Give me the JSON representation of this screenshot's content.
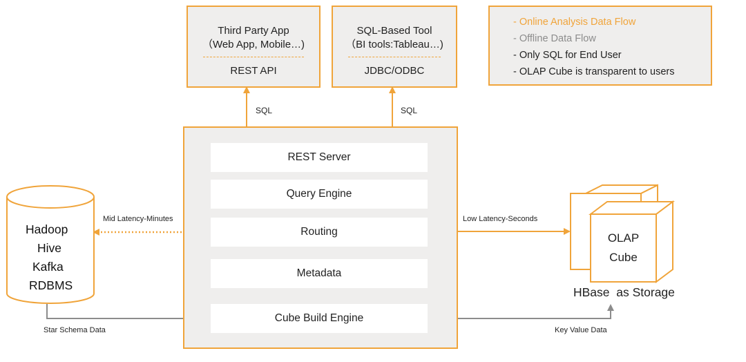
{
  "clients": [
    {
      "title_line1": "Third Party App",
      "title_line2": "（Web App, Mobile…)",
      "interface": "REST API",
      "flow_label": "SQL"
    },
    {
      "title_line1": "SQL-Based Tool",
      "title_line2": "（BI tools:Tableau…)",
      "interface": "JDBC/ODBC",
      "flow_label": "SQL"
    }
  ],
  "legend": {
    "online": "- Online Analysis Data Flow",
    "offline": "- Offline Data Flow",
    "sql_only": "- Only SQL for End User",
    "transparent": "- OLAP Cube is transparent to users"
  },
  "server_layers": [
    "REST Server",
    "Query Engine",
    "Routing",
    "Metadata",
    "Cube Build Engine"
  ],
  "data_sources": [
    "Hadoop",
    "Hive",
    "Kafka",
    "RDBMS"
  ],
  "cube": {
    "line1": "OLAP",
    "line2": "Cube",
    "storage": "HBase  as Storage"
  },
  "flows": {
    "mid_latency": "Mid Latency-Minutes",
    "low_latency": "Low Latency-Seconds",
    "star_schema": "Star Schema Data",
    "key_value": "Key Value Data"
  },
  "colors": {
    "online": "#f0a43a",
    "offline": "#8c8c8c",
    "box_fill": "#efeeed"
  }
}
